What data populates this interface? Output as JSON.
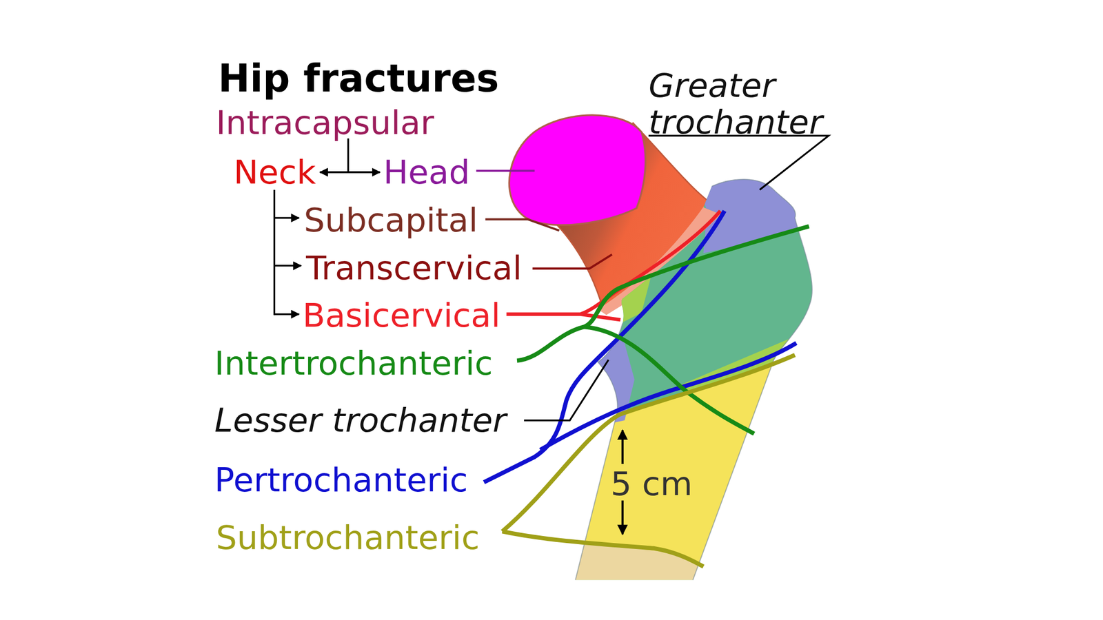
{
  "diagram": {
    "title": "Hip fractures",
    "labels": [
      "Intracapsular",
      "Neck",
      "Head",
      "Subcapital",
      "Transcervical",
      "Basicervical",
      "Intertrochanteric",
      "Lesser trochanter",
      "Pertrochanteric",
      "Subtrochanteric",
      "Greater trochanter",
      "5 cm"
    ]
  }
}
